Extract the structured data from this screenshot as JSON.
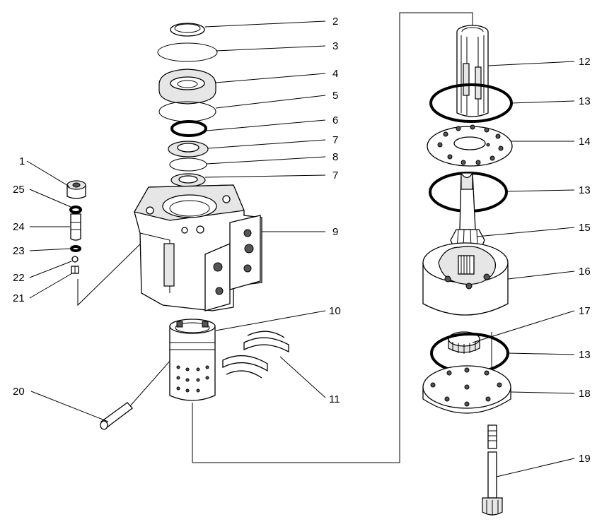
{
  "callouts": {
    "c1": "1",
    "c2": "2",
    "c3": "3",
    "c4": "4",
    "c5": "5",
    "c6": "6",
    "c7a": "7",
    "c7b": "7",
    "c8": "8",
    "c9": "9",
    "c10": "10",
    "c11": "11",
    "c12": "12",
    "c13a": "13",
    "c13b": "13",
    "c13c": "13",
    "c14": "14",
    "c15": "15",
    "c16": "16",
    "c17": "17",
    "c18": "18",
    "c19": "19",
    "c20": "20",
    "c21": "21",
    "c22": "22",
    "c23": "23",
    "c24": "24",
    "c25": "25"
  }
}
